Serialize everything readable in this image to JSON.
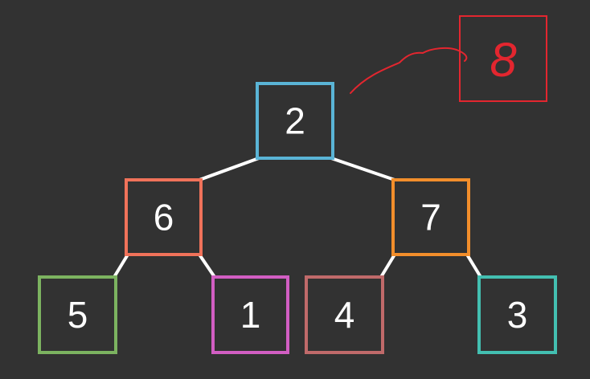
{
  "tree": {
    "nodes": [
      {
        "id": "root",
        "label": "2",
        "color": "#5ab4d6"
      },
      {
        "id": "left",
        "label": "6",
        "color": "#f0725a"
      },
      {
        "id": "right",
        "label": "7",
        "color": "#f28e2b"
      },
      {
        "id": "left-left",
        "label": "5",
        "color": "#7cb360"
      },
      {
        "id": "left-right",
        "label": "1",
        "color": "#d25ec3"
      },
      {
        "id": "right-left",
        "label": "4",
        "color": "#c06a6a"
      },
      {
        "id": "right-right",
        "label": "3",
        "color": "#43bfb1"
      }
    ],
    "edges": [
      {
        "from": "root",
        "to": "left"
      },
      {
        "from": "root",
        "to": "right"
      },
      {
        "from": "left",
        "to": "left-left"
      },
      {
        "from": "left",
        "to": "left-right"
      },
      {
        "from": "right",
        "to": "right-left"
      },
      {
        "from": "right",
        "to": "right-right"
      }
    ],
    "edge_color": "#ffffff"
  },
  "annotation": {
    "label": "8",
    "color": "#e3262f"
  }
}
